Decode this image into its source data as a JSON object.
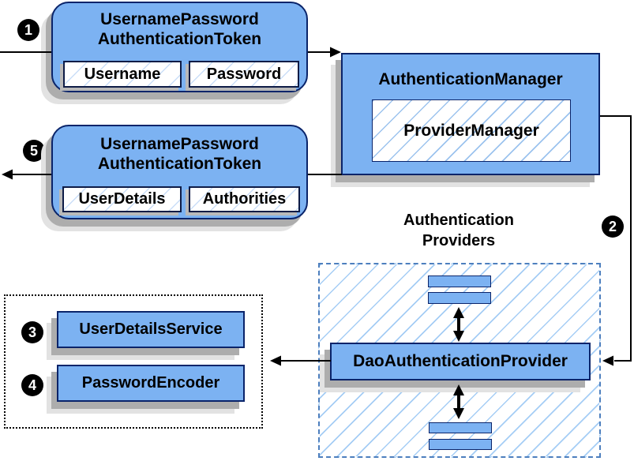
{
  "steps": {
    "s1": "1",
    "s2": "2",
    "s3": "3",
    "s4": "4",
    "s5": "5"
  },
  "token_request": {
    "title_line1": "UsernamePassword",
    "title_line2": "AuthenticationToken",
    "fields": [
      "Username",
      "Password"
    ]
  },
  "authentication_manager": {
    "title": "AuthenticationManager",
    "inner": "ProviderManager"
  },
  "token_response": {
    "title_line1": "UsernamePassword",
    "title_line2": "AuthenticationToken",
    "fields": [
      "UserDetails",
      "Authorities"
    ]
  },
  "providers_group": {
    "label_line1": "Authentication",
    "label_line2": "Providers",
    "provider": "DaoAuthenticationProvider"
  },
  "collaborators": {
    "service": "UserDetailsService",
    "encoder": "PasswordEncoder"
  },
  "colors": {
    "node_fill": "#7cb2f2",
    "node_border": "#0a246a",
    "hatch_line": "#9cc3ee",
    "field_hatch_line": "#cadef8",
    "dashed_border": "#4d7fbe",
    "dotted_border": "#000000",
    "shadow": "#adadad",
    "connector": "#000000",
    "badge_bg": "#000000",
    "badge_text": "#ffffff"
  }
}
